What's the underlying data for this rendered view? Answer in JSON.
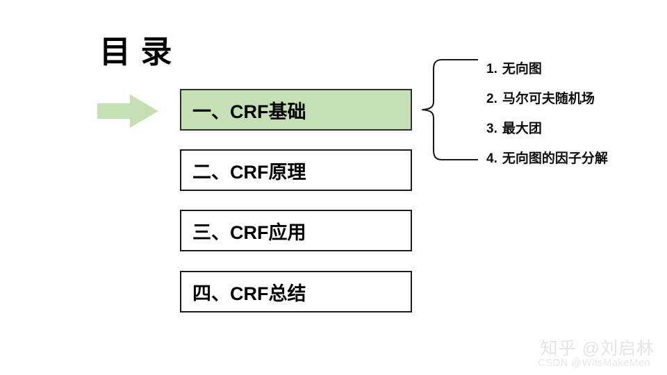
{
  "slide": {
    "title": "目 录",
    "background_color": "#ffffff",
    "accent_green": "#c5e0b4",
    "text_color": "#000000"
  },
  "pointer": {
    "icon": "right-arrow-icon",
    "color": "#c5e0b4",
    "points_to_index": 0
  },
  "agenda": {
    "items": [
      {
        "label": "一、CRF基础",
        "highlighted": true
      },
      {
        "label": "二、CRF原理",
        "highlighted": false
      },
      {
        "label": "三、CRF应用",
        "highlighted": false
      },
      {
        "label": "四、CRF总结",
        "highlighted": false
      }
    ]
  },
  "brace": {
    "icon": "curly-brace-icon",
    "color": "#1a1a1a",
    "source_item_index": 0
  },
  "sub_list": {
    "items": [
      {
        "number": "1.",
        "label": "无向图"
      },
      {
        "number": "2.",
        "label": "马尔可夫随机场"
      },
      {
        "number": "3.",
        "label": "最大团"
      },
      {
        "number": "4.",
        "label": "无向图的因子分解"
      }
    ]
  },
  "watermarks": {
    "zhihu": "知乎 @刘启林",
    "csdn": "CSDN @WitsMakeMen",
    "color": "#e5e5e5"
  }
}
